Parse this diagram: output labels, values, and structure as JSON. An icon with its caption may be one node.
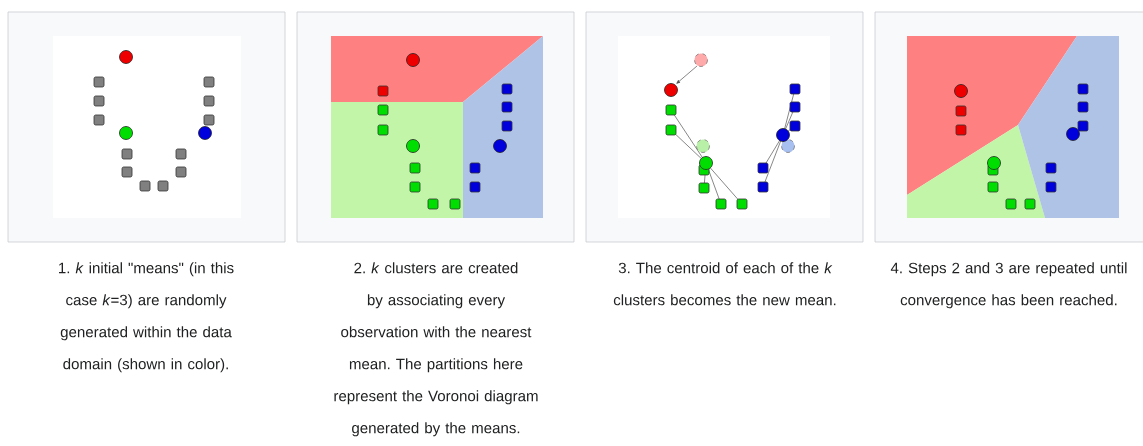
{
  "diagram": {
    "labels": [
      "1. *k* initial \"means\" (in this case *k*=3) are randomly generated within the data domain (shown in color).",
      "2. *k* clusters are created by associating every observation with the nearest mean. The partitions here represent the Voronoi diagram generated by the means.",
      "3. The centroid of each of the *k* clusters becomes the new mean.",
      "4. Steps 2 and 3 are repeated until convergence has been reached."
    ]
  }
}
